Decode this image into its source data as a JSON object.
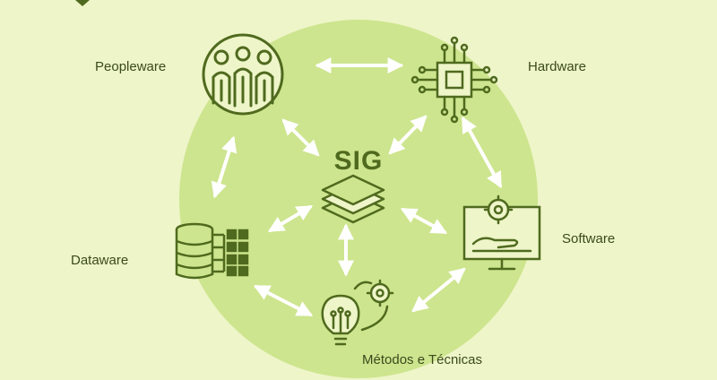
{
  "center": {
    "title": "SIG"
  },
  "nodes": {
    "peopleware": {
      "label": "Peopleware",
      "icon": "people-group-icon"
    },
    "hardware": {
      "label": "Hardware",
      "icon": "microchip-icon"
    },
    "software": {
      "label": "Software",
      "icon": "monitor-gear-icon"
    },
    "dataware": {
      "label": "Dataware",
      "icon": "database-icon"
    },
    "metodos": {
      "label": "Métodos e Técnicas",
      "icon": "lightbulb-gear-icon"
    }
  },
  "colors": {
    "background": "#eef5c8",
    "circle": "#cde58e",
    "icon": "#4f6a1e",
    "arrow": "#ffffff",
    "text": "#3a4a1c"
  }
}
